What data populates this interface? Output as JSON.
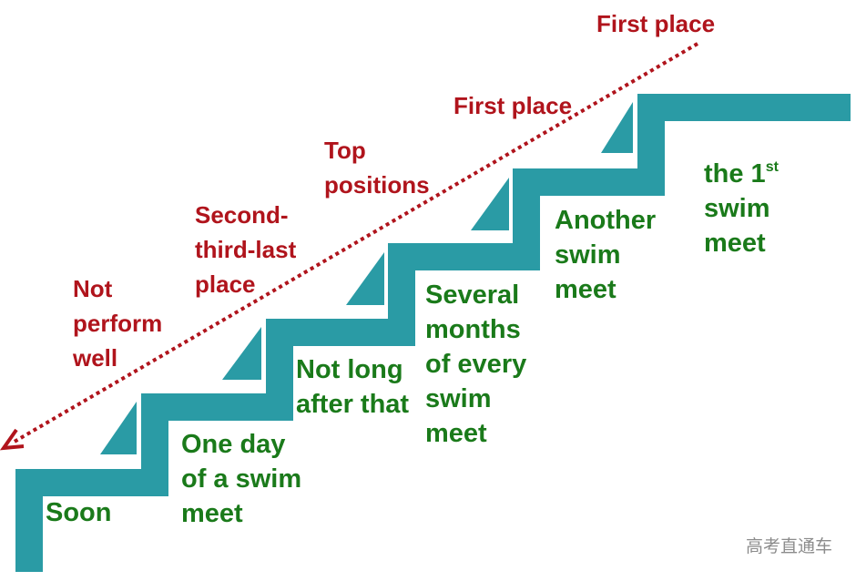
{
  "colors": {
    "stair": "#2a9ba5",
    "arrow": "#b0141c",
    "result_text": "#b0141c",
    "time_text": "#1a7a1a",
    "watermark": "#8c8c8c"
  },
  "steps": [
    {
      "time": "Soon",
      "result": "Not\nperform\nwell"
    },
    {
      "time": "One day\nof a swim\nmeet",
      "result": "Second-\nthird-last\nplace"
    },
    {
      "time": "Not long\nafter that",
      "result": "Top\npositions"
    },
    {
      "time": "Several\nmonths\nof every\nswim\nmeet",
      "result": "First place"
    },
    {
      "time": "Another\nswim\nmeet",
      "result": ""
    },
    {
      "time_prefix": "the 1",
      "time_sup": "st",
      "time_rest": "swim\nmeet",
      "result": "First place"
    }
  ],
  "watermark": "高考直通车"
}
